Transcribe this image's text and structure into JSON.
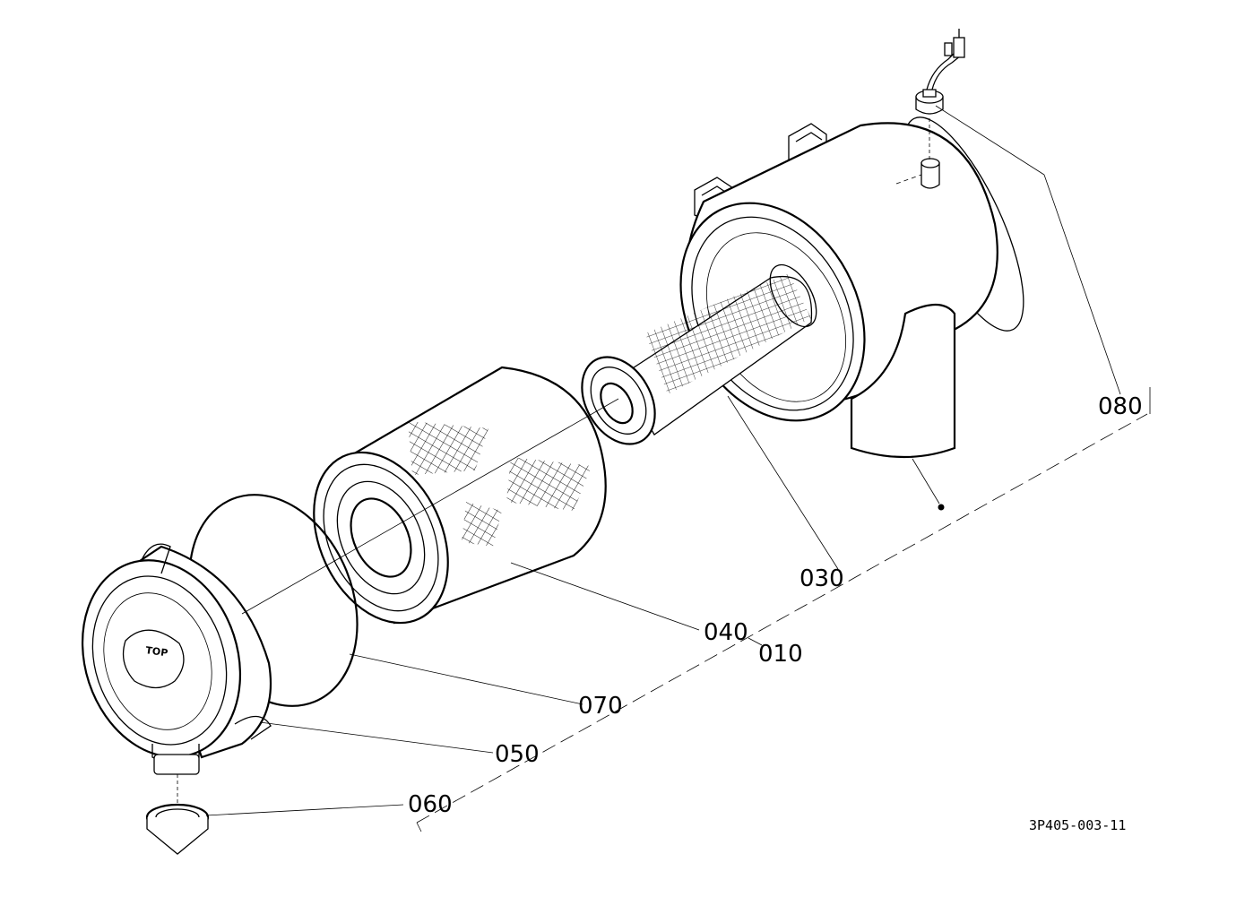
{
  "parts": [
    {
      "id": "p010",
      "label": "010"
    },
    {
      "id": "p030",
      "label": "030"
    },
    {
      "id": "p040",
      "label": "040"
    },
    {
      "id": "p050",
      "label": "050"
    },
    {
      "id": "p060",
      "label": "060"
    },
    {
      "id": "p070",
      "label": "070"
    },
    {
      "id": "p080",
      "label": "080"
    }
  ],
  "cover_marking": "TOP",
  "drawing_number": "3P405-003-11"
}
